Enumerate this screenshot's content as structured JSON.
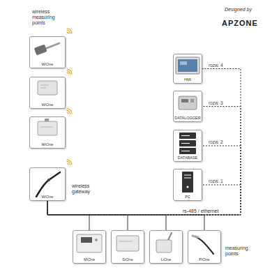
{
  "diagram": {
    "nodes": [
      {
        "text": [
          "WiOne"
        ]
      },
      {
        "text": [
          "WiOne"
        ]
      },
      {
        "text": [
          "WiOne"
        ]
      },
      {
        "text": [
          "HMI"
        ]
      },
      {
        "text": [
          "DATALOGGER"
        ]
      },
      {
        "text": [
          "DATABASE"
        ]
      },
      {
        "text": [
          "WiOne"
        ]
      },
      {
        "text": [
          "PC"
        ]
      },
      {
        "text": [
          "MiOne"
        ]
      },
      {
        "text": [
          "SiOne"
        ]
      },
      {
        "text": [
          "LiOne"
        ]
      },
      {
        "text": [
          "PiOne"
        ]
      }
    ],
    "edges": [
      {
        "from": 6,
        "to": 8,
        "arrow": "none"
      },
      {
        "from": 6,
        "to": 9,
        "arrow": "none"
      },
      {
        "from": 6,
        "to": 10,
        "arrow": "none"
      },
      {
        "from": 6,
        "to": 11,
        "arrow": "none"
      },
      {
        "from": 6,
        "to": 7,
        "label": "rozw. 1",
        "arrow": "none"
      },
      {
        "from": 6,
        "to": 5,
        "label": "rozw. 2",
        "arrow": "none"
      },
      {
        "from": 6,
        "to": 4,
        "label": "rozw. 3",
        "arrow": "none"
      },
      {
        "from": 6,
        "to": 3,
        "label": "rozw. 4",
        "arrow": "none"
      }
    ],
    "labels": [
      "Designed by",
      "APZONE",
      "wireless measuring points",
      "wireless gateway",
      "rs-485 / ethernet",
      "measuring points"
    ]
  }
}
